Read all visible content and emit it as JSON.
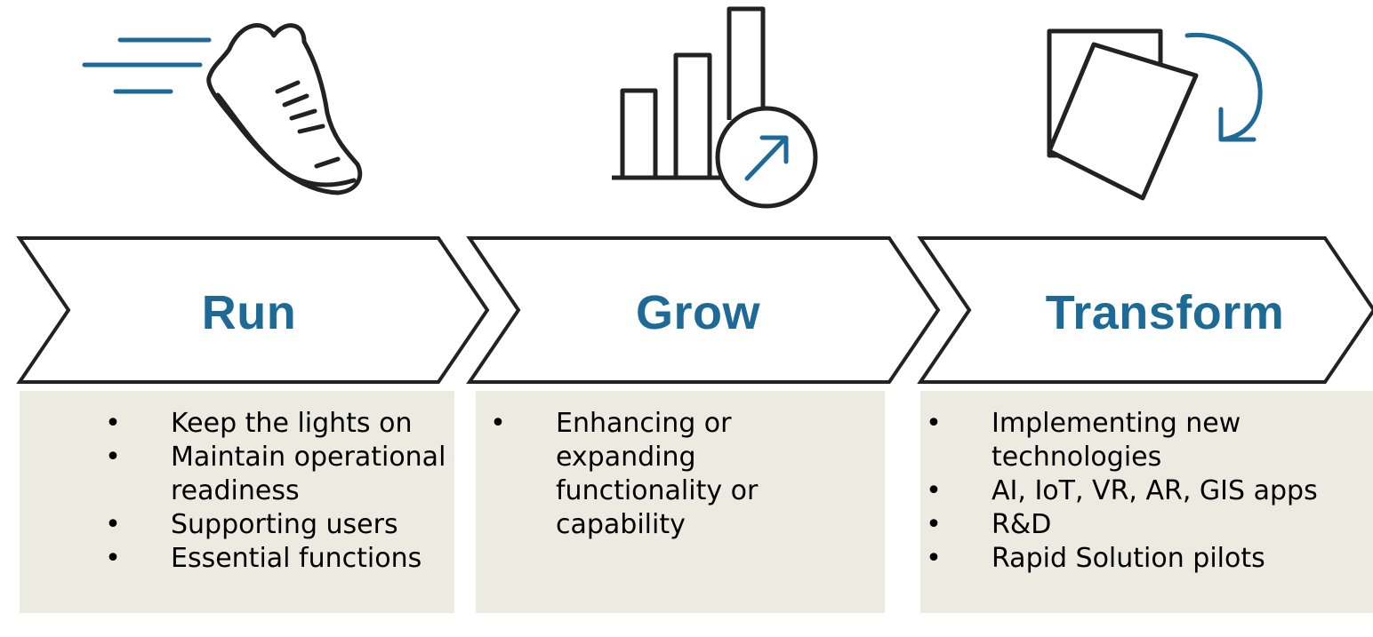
{
  "colors": {
    "accent": "#1d6a97",
    "outline": "#222222",
    "box_bg": "#ecebe2"
  },
  "stages": [
    {
      "icon": "running-shoe-icon",
      "label": "Run",
      "items": [
        {
          "lines": [
            "Keep the lights on"
          ]
        },
        {
          "lines": [
            "Maintain operational",
            "readiness"
          ]
        },
        {
          "lines": [
            "Supporting users"
          ]
        },
        {
          "lines": [
            "Essential functions"
          ]
        }
      ]
    },
    {
      "icon": "bar-chart-growth-icon",
      "label": "Grow",
      "items": [
        {
          "lines": [
            "Enhancing or",
            "expanding",
            "functionality or",
            "capability"
          ]
        }
      ]
    },
    {
      "icon": "rotate-pages-icon",
      "label": "Transform",
      "items": [
        {
          "lines": [
            "Implementing new",
            "technologies"
          ]
        },
        {
          "lines": [
            "AI, IoT, VR, AR, GIS apps"
          ]
        },
        {
          "lines": [
            "R&D"
          ]
        },
        {
          "lines": [
            "Rapid Solution pilots"
          ]
        }
      ]
    }
  ]
}
